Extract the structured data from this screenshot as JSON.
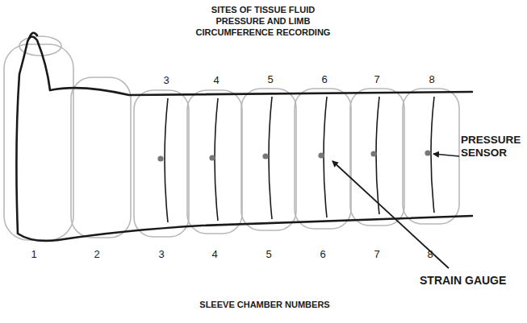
{
  "diagram": {
    "title": "SITES OF TISSUE FLUID PRESSURE AND LIMB CIRCUMFERENCE RECORDING",
    "caption": "SLEEVE CHAMBER NUMBERS",
    "labels": [
      "3",
      "4",
      "5",
      "6",
      "7",
      "8",
      "PRESSURE SENSOR",
      "1",
      "2",
      "3",
      "4",
      "5",
      "6",
      "7",
      "8",
      "STRAIN GAUGE"
    ]
  }
}
